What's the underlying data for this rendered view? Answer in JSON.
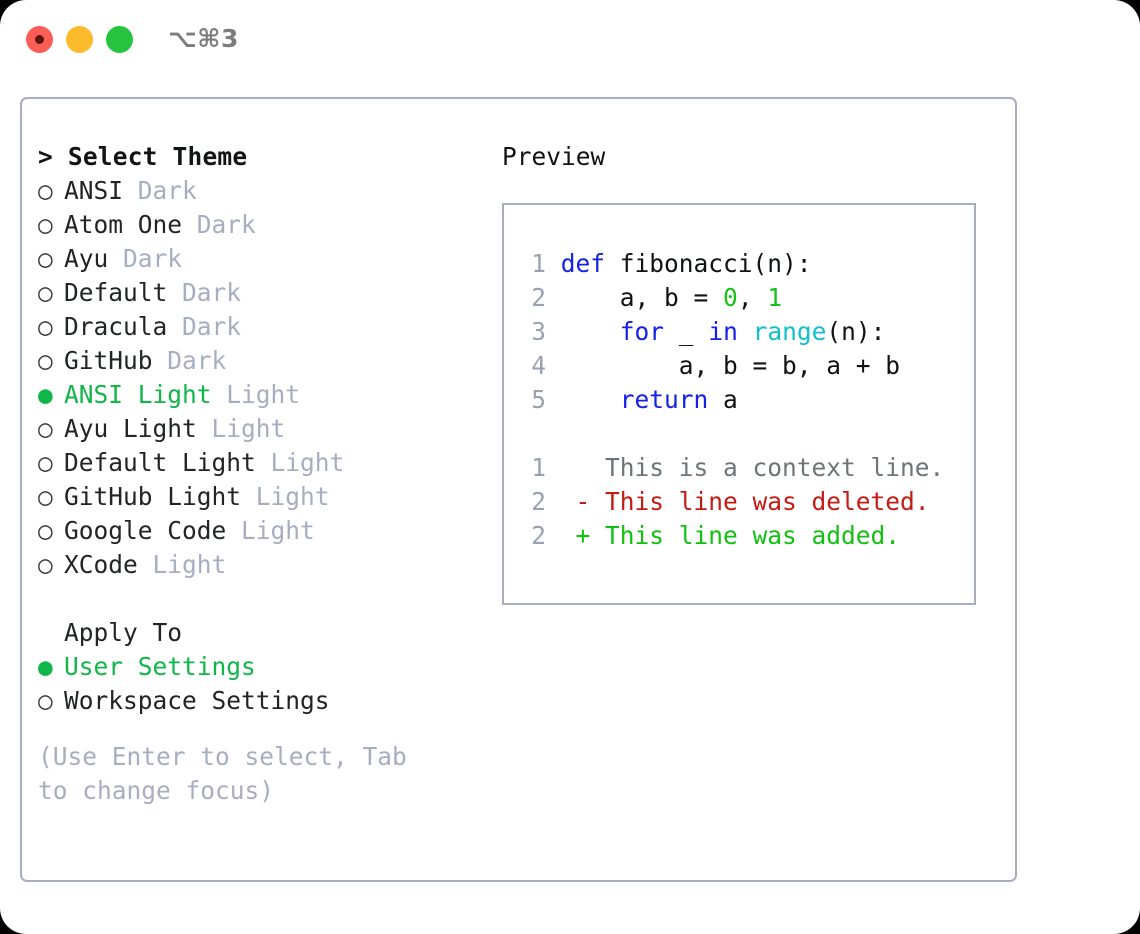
{
  "window": {
    "traffic_lights": [
      "close",
      "minimize",
      "maximize"
    ],
    "shortcut": "⌥⌘3",
    "colors": {
      "close": "#fa5d55",
      "minimize": "#fcbb2d",
      "maximize": "#27c53f",
      "accent_green": "#10b648",
      "border": "#a7aec0",
      "muted": "#a7aec0"
    }
  },
  "theme_panel": {
    "header": "> Select Theme",
    "items": [
      {
        "marker": "○",
        "name": "ANSI",
        "kind": "Dark",
        "selected": false
      },
      {
        "marker": "○",
        "name": "Atom One",
        "kind": "Dark",
        "selected": false
      },
      {
        "marker": "○",
        "name": "Ayu",
        "kind": "Dark",
        "selected": false
      },
      {
        "marker": "○",
        "name": "Default",
        "kind": "Dark",
        "selected": false
      },
      {
        "marker": "○",
        "name": "Dracula",
        "kind": "Dark",
        "selected": false
      },
      {
        "marker": "○",
        "name": "GitHub",
        "kind": "Dark",
        "selected": false
      },
      {
        "marker": "●",
        "name": "ANSI Light",
        "kind": "Light",
        "selected": true
      },
      {
        "marker": "○",
        "name": "Ayu Light",
        "kind": "Light",
        "selected": false
      },
      {
        "marker": "○",
        "name": "Default Light",
        "kind": "Light",
        "selected": false
      },
      {
        "marker": "○",
        "name": "GitHub Light",
        "kind": "Light",
        "selected": false
      },
      {
        "marker": "○",
        "name": "Google Code",
        "kind": "Light",
        "selected": false
      },
      {
        "marker": "○",
        "name": "XCode",
        "kind": "Light",
        "selected": false
      }
    ]
  },
  "apply_to": {
    "header": "Apply To",
    "options": [
      {
        "marker": "●",
        "label": "User Settings",
        "selected": true
      },
      {
        "marker": "○",
        "label": "Workspace Settings",
        "selected": false
      }
    ]
  },
  "hint": "(Use Enter to select, Tab to change focus)",
  "preview": {
    "header": "Preview",
    "code_lines": [
      {
        "no": "1",
        "tokens": [
          {
            "t": "def",
            "c": "kw"
          },
          {
            "t": " fibonacci(n):",
            "c": "txt"
          }
        ]
      },
      {
        "no": "2",
        "tokens": [
          {
            "t": "    a, b = ",
            "c": "txt"
          },
          {
            "t": "0",
            "c": "num"
          },
          {
            "t": ", ",
            "c": "txt"
          },
          {
            "t": "1",
            "c": "num"
          }
        ]
      },
      {
        "no": "3",
        "tokens": [
          {
            "t": "    ",
            "c": "txt"
          },
          {
            "t": "for",
            "c": "kw"
          },
          {
            "t": " _ ",
            "c": "txt"
          },
          {
            "t": "in",
            "c": "kw"
          },
          {
            "t": " ",
            "c": "txt"
          },
          {
            "t": "range",
            "c": "fn"
          },
          {
            "t": "(n):",
            "c": "txt"
          }
        ]
      },
      {
        "no": "4",
        "tokens": [
          {
            "t": "        a, b = b, a + b",
            "c": "txt"
          }
        ]
      },
      {
        "no": "5",
        "tokens": [
          {
            "t": "    ",
            "c": "txt"
          },
          {
            "t": "return",
            "c": "kw"
          },
          {
            "t": " a",
            "c": "txt"
          }
        ]
      }
    ],
    "diff_lines": [
      {
        "no": "1",
        "sign": "  ",
        "text": "This is a context line.",
        "kind": "context"
      },
      {
        "no": "2",
        "sign": "- ",
        "text": "This line was deleted.",
        "kind": "del"
      },
      {
        "no": "2",
        "sign": "+ ",
        "text": "This line was added.",
        "kind": "add"
      }
    ]
  }
}
